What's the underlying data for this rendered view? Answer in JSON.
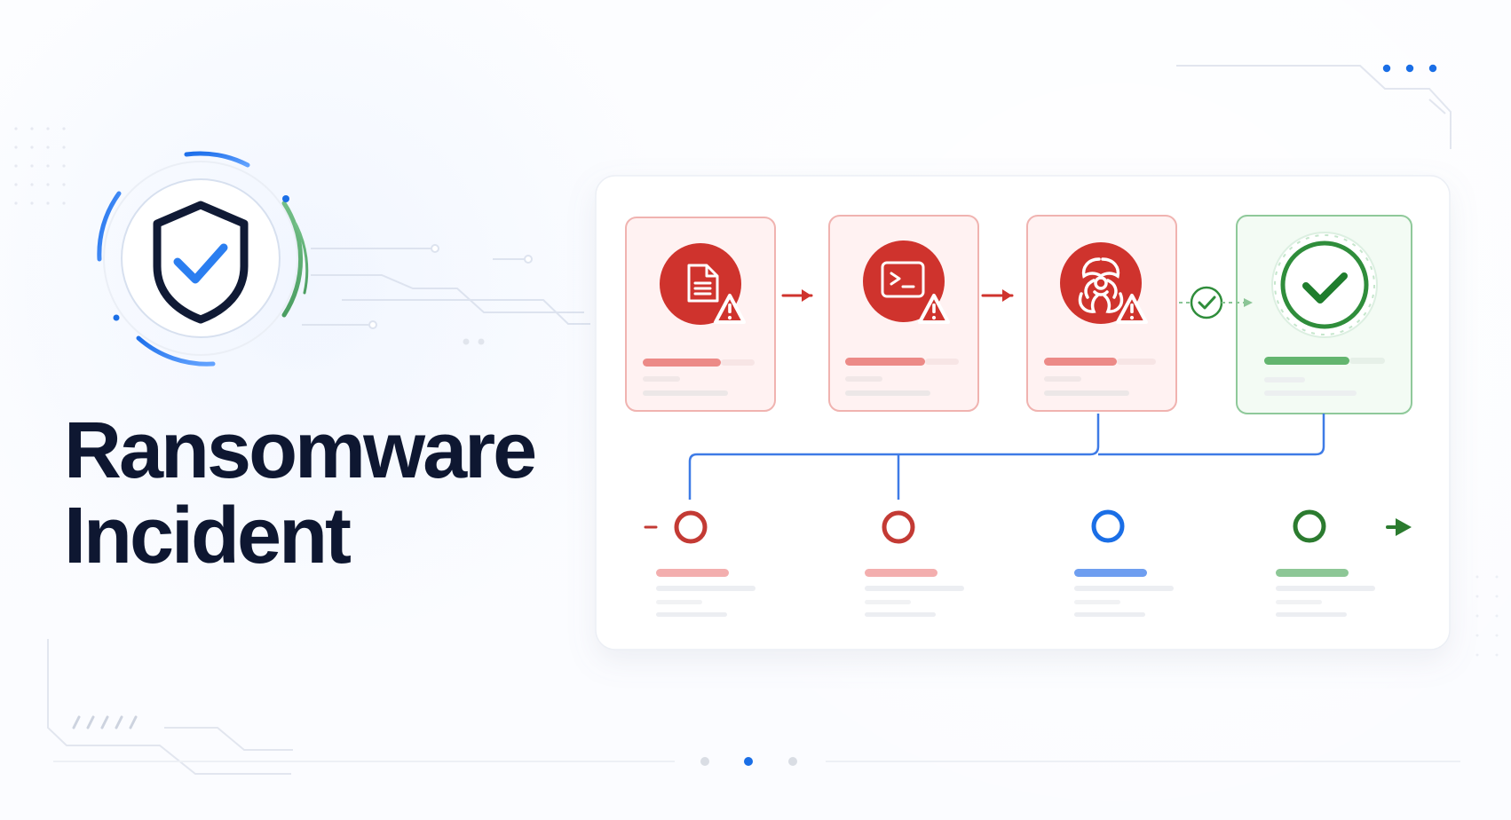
{
  "title": {
    "line1": "Ransomware",
    "line2": "Incident"
  },
  "icons": {
    "shield": "shield-check-icon",
    "stage_1": "document-icon",
    "stage_2": "terminal-icon",
    "stage_3": "biohazard-icon",
    "stage_4": "check-icon",
    "warning": "warning-triangle-icon",
    "transition_check": "check-circle-icon"
  },
  "stages": [
    {
      "status": "warning",
      "color": "#cf332d"
    },
    {
      "status": "warning",
      "color": "#cf332d"
    },
    {
      "status": "warning",
      "color": "#cf332d"
    },
    {
      "status": "resolved",
      "color": "#2f8d3b"
    }
  ],
  "timeline": [
    {
      "status": "incident",
      "color": "#c33a34"
    },
    {
      "status": "incident",
      "color": "#c33a34"
    },
    {
      "status": "in-progress",
      "color": "#1a6ee6"
    },
    {
      "status": "resolved",
      "color": "#2b7b2f"
    }
  ],
  "pagination": {
    "active_index": 1,
    "count": 3
  },
  "colors": {
    "title": "#0e1731",
    "red": "#cf332d",
    "blue": "#1a6ee6",
    "green": "#2f8d3b"
  }
}
